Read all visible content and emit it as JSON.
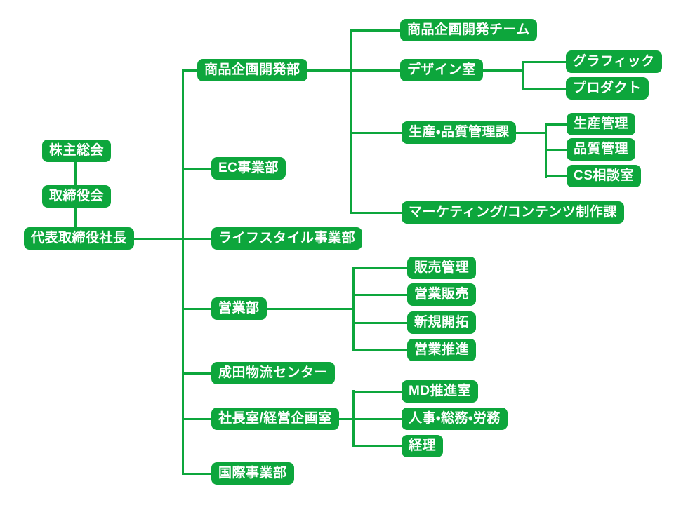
{
  "colors": {
    "accent_green": "#0DA63C",
    "text_white": "#FFFFFF",
    "canvas_bg": "#FFFFFF"
  },
  "org": {
    "governance": [
      {
        "label": "株主総会"
      },
      {
        "label": "取締役会"
      },
      {
        "label": "代表取締役社長"
      }
    ],
    "divisions": [
      {
        "label": "商品企画開発部",
        "children": [
          {
            "label": "商品企画開発チーム",
            "children": []
          },
          {
            "label": "デザイン室",
            "children": [
              {
                "label": "グラフィック"
              },
              {
                "label": "プロダクト"
              }
            ]
          },
          {
            "label": "生産・品質管理課",
            "children": [
              {
                "label": "生産管理"
              },
              {
                "label": "品質管理"
              },
              {
                "label": "CS相談室"
              }
            ]
          },
          {
            "label": "マーケティング/コンテンツ制作課",
            "children": []
          }
        ]
      },
      {
        "label": "EC事業部",
        "children": []
      },
      {
        "label": "ライフスタイル事業部",
        "children": []
      },
      {
        "label": "営業部",
        "children": [
          {
            "label": "販売管理"
          },
          {
            "label": "営業販売"
          },
          {
            "label": "新規開拓"
          },
          {
            "label": "営業推進"
          }
        ]
      },
      {
        "label": "成田物流センター",
        "children": []
      },
      {
        "label": "社長室/経営企画室",
        "children": [
          {
            "label": "MD推進室"
          },
          {
            "label": "人事・総務・労務"
          },
          {
            "label": "経理"
          }
        ]
      },
      {
        "label": "国際事業部",
        "children": []
      }
    ]
  }
}
